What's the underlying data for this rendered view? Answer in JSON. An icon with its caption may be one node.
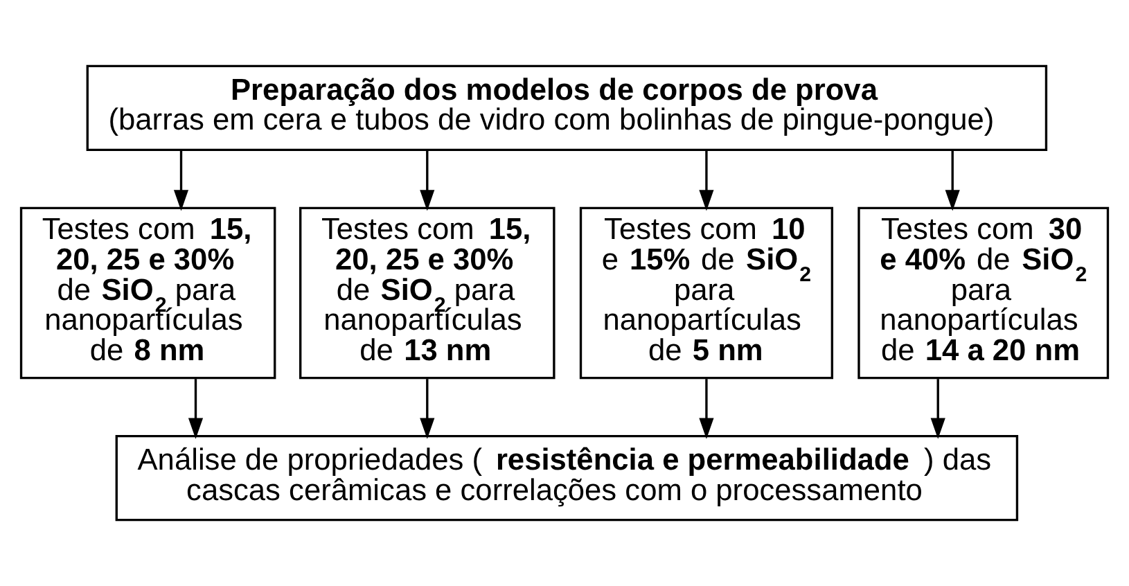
{
  "diagram": {
    "nodes": [
      {
        "text": [
          "Preparação dos modelos de corpos de prova",
          "(barras em cera e tubos de vidro com bolinhas de pingue-pongue)"
        ]
      },
      {
        "text": [
          "Testes com **15, 20, 25 e 30%** de **SiO$_{2}$** para nanopartículas de **8 nm**"
        ]
      },
      {
        "text": [
          "Testes com **15, 20, 25 e 30%** de **SiO$_{2}$** para nanopartículas de **13 nm**"
        ]
      },
      {
        "text": [
          "Testes com **10** e **15%** de **SiO$_{2}$** para nanopartículas de **5 nm**"
        ]
      },
      {
        "text": [
          "Testes com **30 e 40%** de **SiO$_{2}$** para nanopartículas de **14 a 20 nm**"
        ]
      },
      {
        "text": [
          "Análise de propriedades (**resistência e permeabilidade**) das cascas cerâmicas e correlações com o processamento"
        ]
      }
    ],
    "edges": [
      {
        "from": 0,
        "to": 1,
        "arrow": "to"
      },
      {
        "from": 0,
        "to": 2,
        "arrow": "to"
      },
      {
        "from": 0,
        "to": 3,
        "arrow": "to"
      },
      {
        "from": 0,
        "to": 4,
        "arrow": "to"
      },
      {
        "from": 1,
        "to": 5,
        "arrow": "to"
      },
      {
        "from": 2,
        "to": 5,
        "arrow": "to"
      },
      {
        "from": 3,
        "to": 5,
        "arrow": "to"
      },
      {
        "from": 4,
        "to": 5,
        "arrow": "to"
      }
    ]
  }
}
